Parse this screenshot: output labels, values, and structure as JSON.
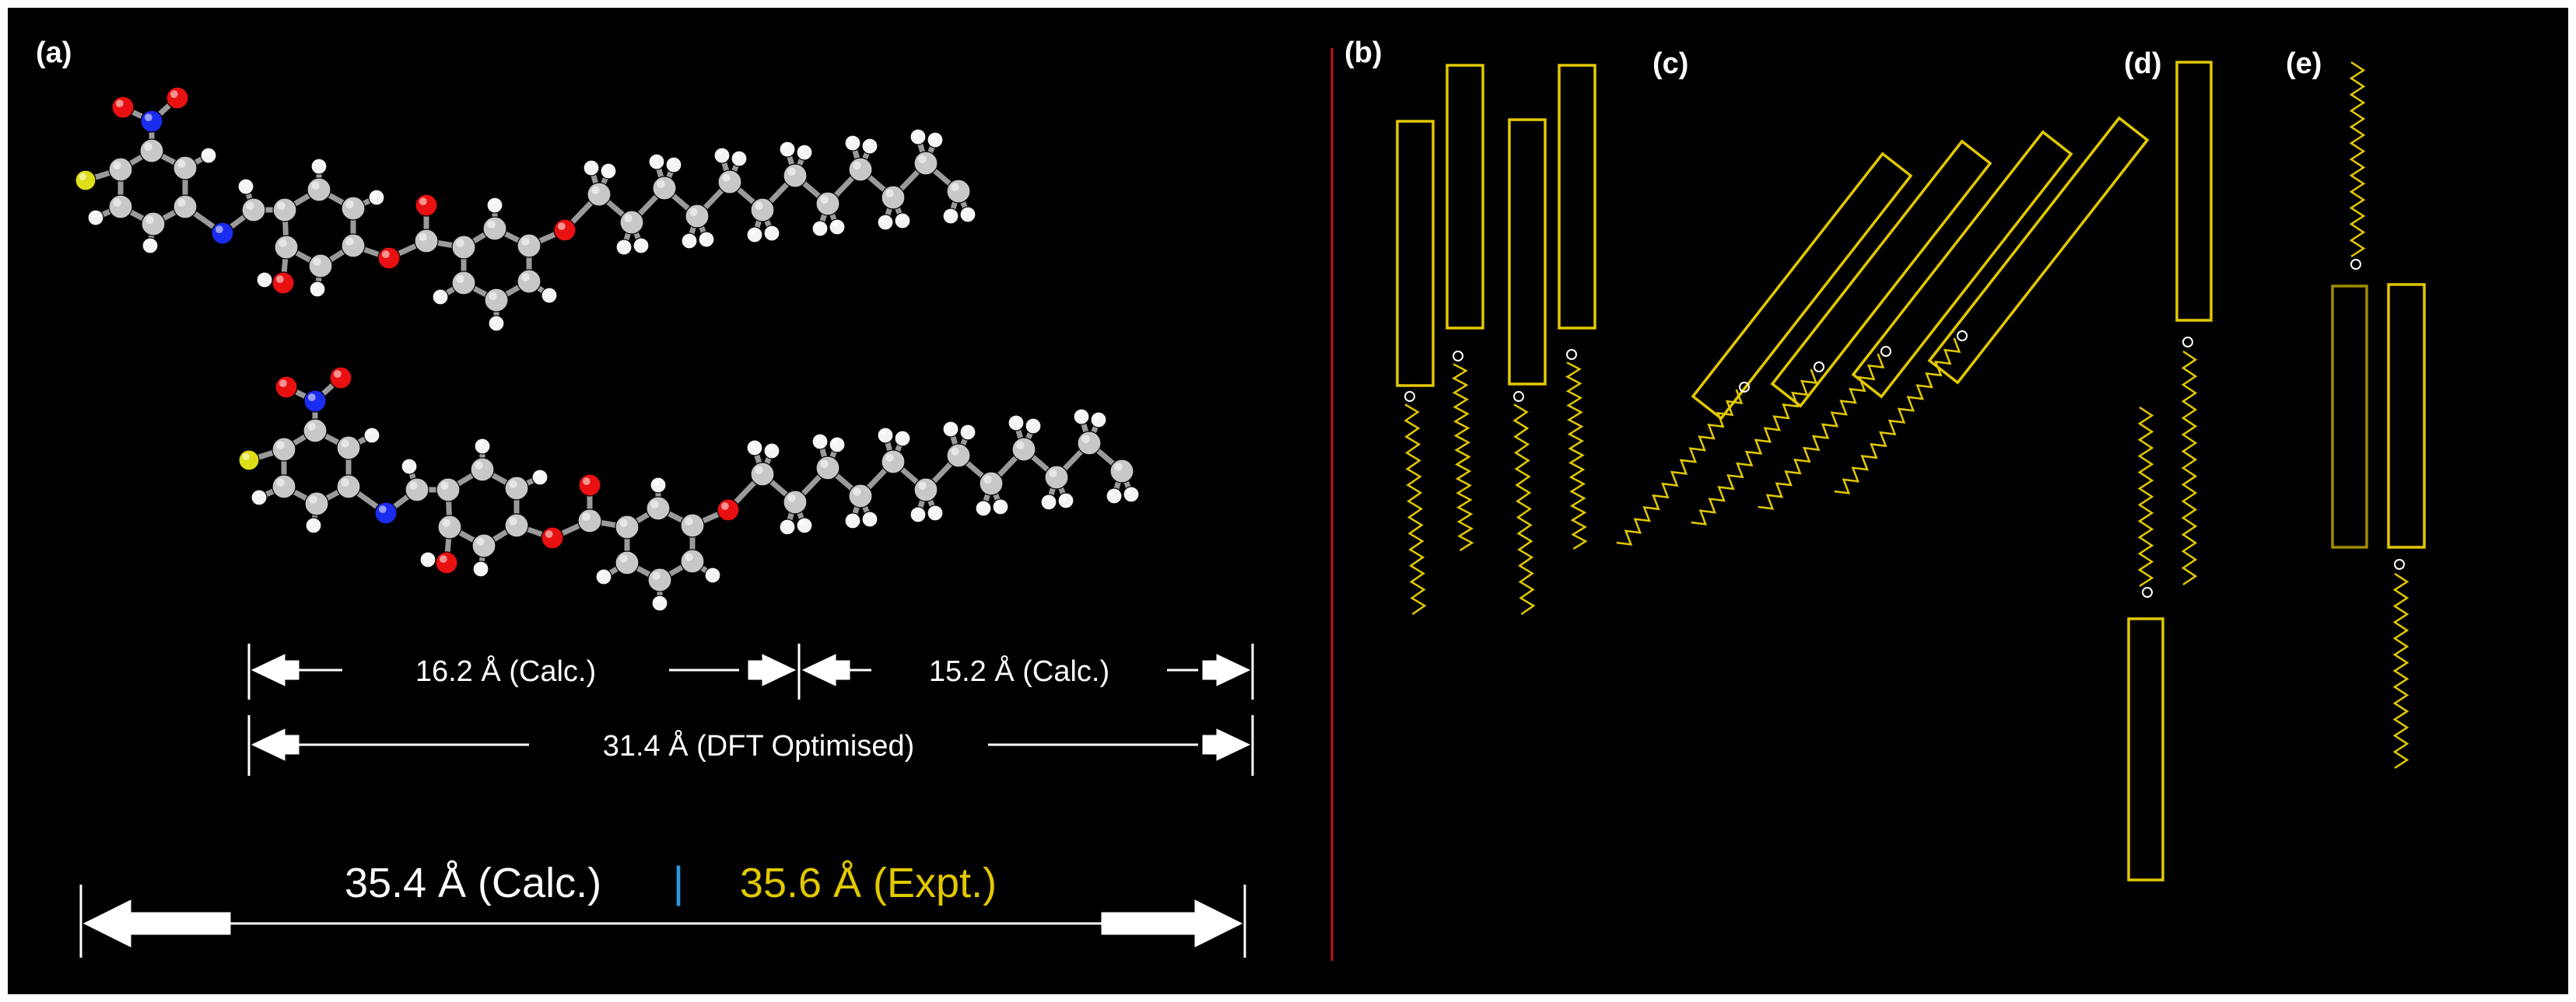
{
  "panels": {
    "a": "(a)",
    "b": "(b)",
    "c": "(c)",
    "d": "(d)",
    "e": "(e)"
  },
  "dimensions": {
    "calc_left": "16.2 Å (Calc.)",
    "calc_right": "15.2 Å (Calc.)",
    "dft": "31.4 Å (DFT Optimised)",
    "total_calc": "35.4 Å (Calc.)",
    "separator": "|",
    "total_expt": "35.6 Å (Expt.)"
  },
  "colors": {
    "background": "#000000",
    "frame": "#ffffff",
    "divider": "#c01818",
    "mesogen": "#e2c800",
    "carbon": "#c8c8c8",
    "hydrogen": "#f4f4f4",
    "oxygen": "#e81010",
    "nitrogen": "#1a2cf0",
    "fluorine": "#dede1a",
    "separator": "#2a9ae0"
  }
}
